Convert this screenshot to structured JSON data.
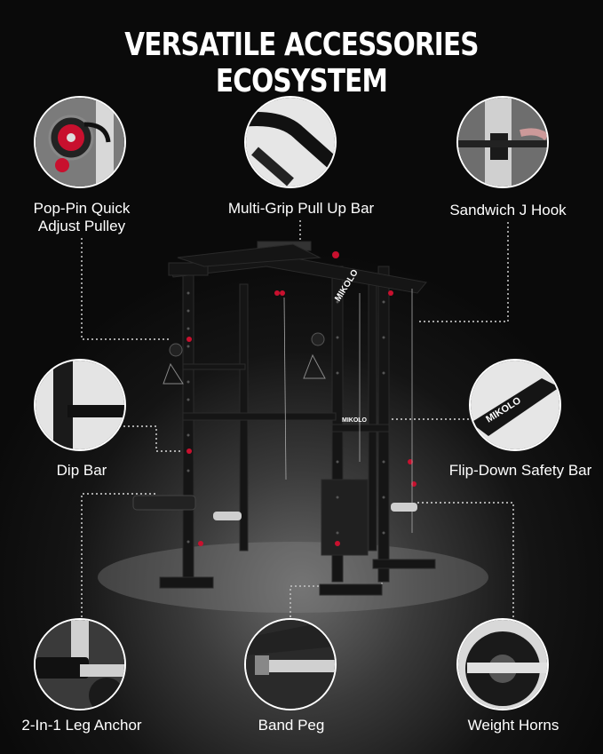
{
  "title": "VERSATILE ACCESSORIES ECOSYSTEM",
  "callouts": [
    {
      "label": "Pop-Pin Quick\nAdjust Pulley",
      "icon": "pulley-icon"
    },
    {
      "label": "Multi-Grip Pull Up Bar",
      "icon": "pull-up-bar-icon"
    },
    {
      "label": "Sandwich J Hook",
      "icon": "j-hook-icon"
    },
    {
      "label": "Dip Bar",
      "icon": "dip-bar-icon"
    },
    {
      "label": "Flip-Down Safety Bar",
      "icon": "safety-bar-icon"
    },
    {
      "label": "2-In-1 Leg Anchor",
      "icon": "leg-anchor-icon"
    },
    {
      "label": "Band Peg",
      "icon": "band-peg-icon"
    },
    {
      "label": "Weight Horns",
      "icon": "weight-horn-icon"
    }
  ],
  "brand": "MIKOLO",
  "colors": {
    "accent": "#c8102e",
    "frame": "#1a1a1a",
    "leader": "#ffffff"
  }
}
